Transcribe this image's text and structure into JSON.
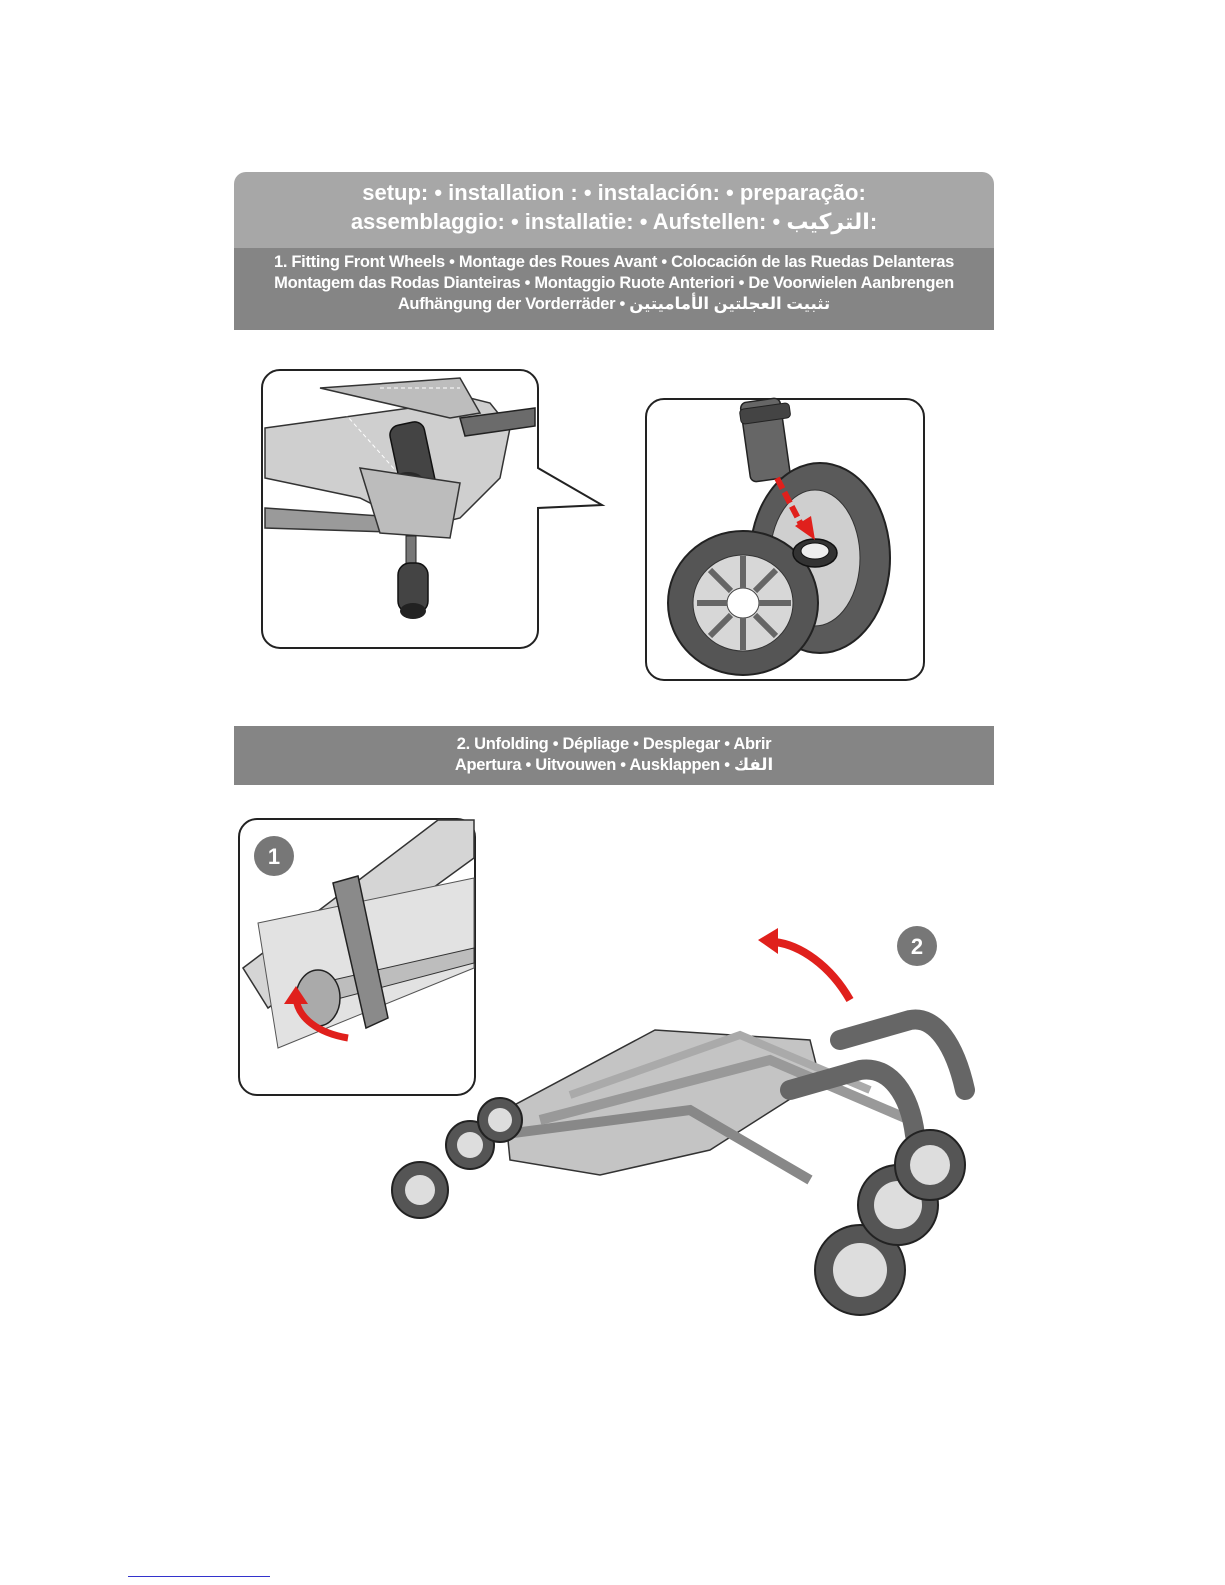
{
  "setup": {
    "line1": "setup: • installation : • instalación: • preparação:",
    "line2": "assemblaggio: • installatie: • Aufstellen: • التركيب:"
  },
  "step1": {
    "line1": "1. Fitting Front Wheels • Montage des Roues Avant • Colocación de las Ruedas Delanteras",
    "line2": "Montagem das Rodas Dianteiras • Montaggio Ruote Anteriori • De Voorwielen Aanbrengen",
    "line3": "Aufhängung der Vorderräder • تثبيت العجلتين الأماميتين"
  },
  "step2": {
    "line1": "2. Unfolding • Dépliage • Desplegar • Abrir",
    "line2": "Apertura • Uitvouwen • Ausklappen • الفك"
  },
  "markers": {
    "one": "1",
    "two": "2"
  },
  "colors": {
    "header_light": "#a7a7a7",
    "header_dark": "#858585",
    "arrow": "#e0201c"
  }
}
